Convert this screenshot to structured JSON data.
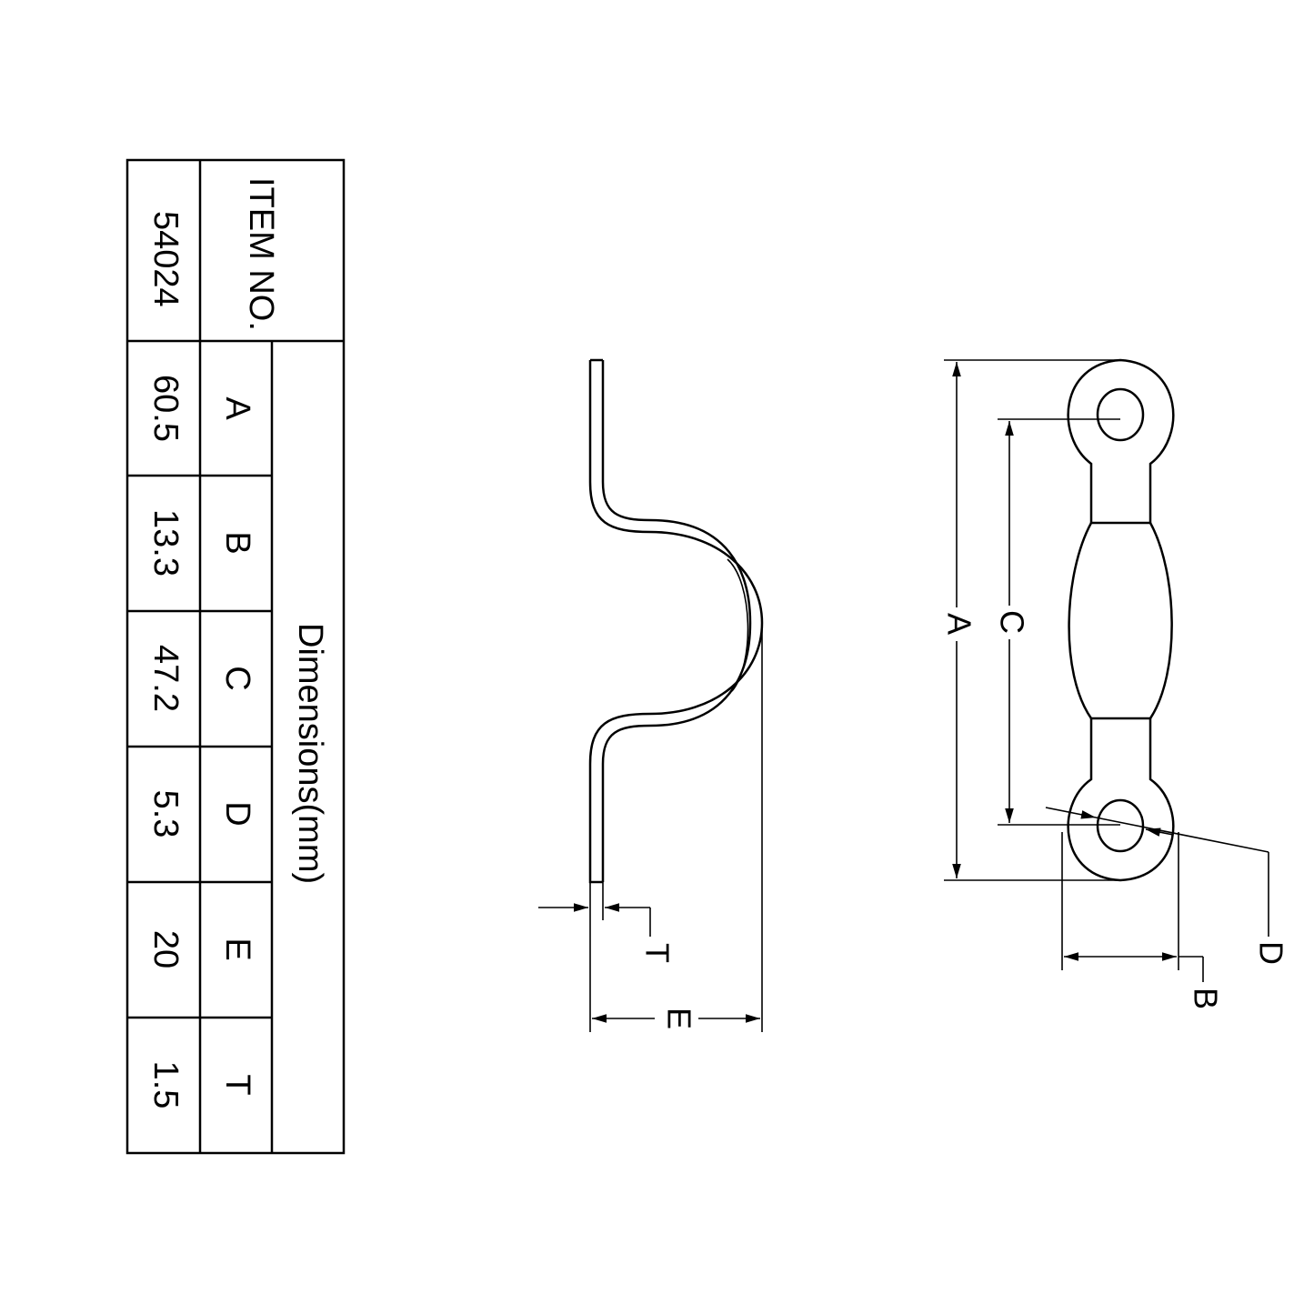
{
  "table": {
    "header_label": "ITEM NO.",
    "item_no": "54024",
    "group_label": "Dimensions(mm)",
    "rows": [
      {
        "letter": "A",
        "value": "60.5"
      },
      {
        "letter": "B",
        "value": "13.3"
      },
      {
        "letter": "C",
        "value": "47.2"
      },
      {
        "letter": "D",
        "value": "5.3"
      },
      {
        "letter": "E",
        "value": "20"
      },
      {
        "letter": "T",
        "value": "1.5"
      }
    ]
  },
  "side_view": {
    "label_t": "T",
    "label_e": "E"
  },
  "front_view": {
    "label_a": "A",
    "label_b": "B",
    "label_c": "C",
    "label_d": "D"
  }
}
